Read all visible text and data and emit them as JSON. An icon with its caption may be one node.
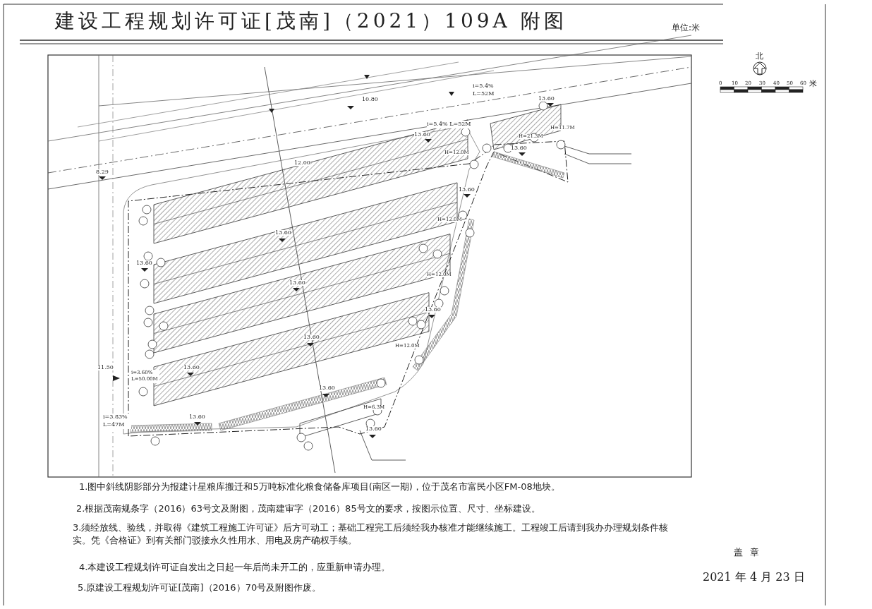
{
  "diagram": {
    "title": "建设工程规划许可证[茂南]（2021）109A 附图",
    "labels": [
      "单位:米",
      "北",
      "0",
      "10",
      "20",
      "30",
      "40",
      "50",
      "60",
      "米",
      "10.80",
      "8.29",
      "12.00",
      "i=5.4% L=52M",
      "i=5.4% L=52M",
      "13.60",
      "H=21.3M",
      "H=11.7M",
      "13.60",
      "13.60",
      "H=12.0M",
      "13.60",
      "13.60",
      "H=12.0M",
      "13.60",
      "H=12.0M",
      "13.60",
      "13.60",
      "H=12.0M",
      "13.60",
      "13.60",
      "i=3.60% L=50.00M",
      "11.50",
      "13.60",
      "H=6.3M",
      "i=3.83% L=47M",
      "13.60",
      "13.60",
      "1.图中斜线阴影部分为报建计星粮库搬迁和5万吨标准化粮食储备库项目(南区一期)，位于茂名市富民小区FM-08地块。",
      "2.根据茂南规条字（2016）63号文及附图，茂南建审字（2016）85号文的要求，按图示位置、尺寸、坐标建设。",
      "3.须经放线、验线，并取得《建筑工程施工许可证》后方可动工；基础工程完工后须经我办核准才能继续施工。工程竣工后请到我办办理规划条件核实。凭《合格证》到有关部门驳接永久性用水、用电及房产确权手续。",
      "4.本建设工程规划许可证自发出之日起一年后尚未开工的，应重新申请办理。",
      "5.原建设工程规划许可证[茂南]（2016）70号及附图作废。",
      "盖章",
      "2021 年 4 月 23 日"
    ]
  }
}
